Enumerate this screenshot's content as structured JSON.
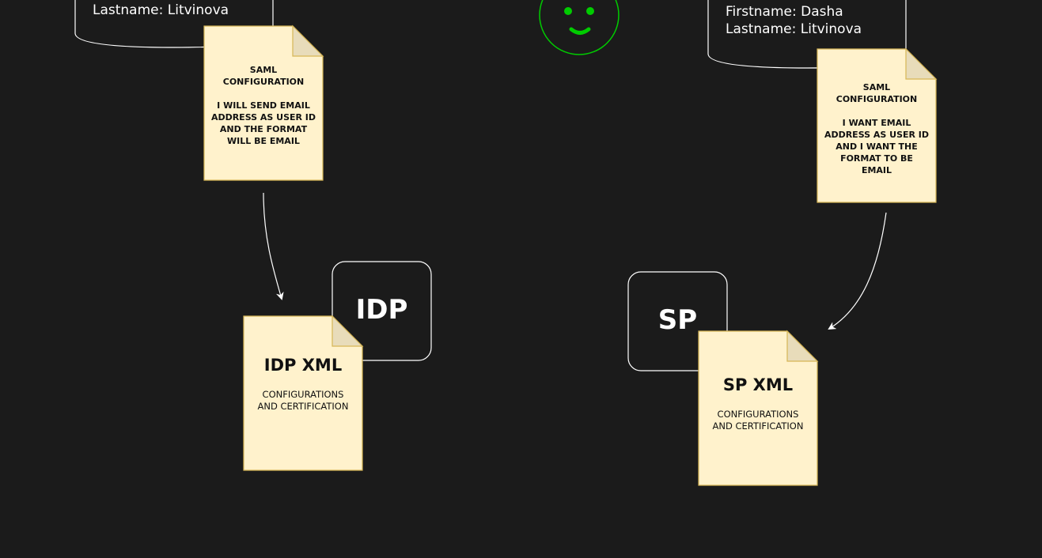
{
  "left_user": {
    "lastname_line": "Lastname: Litvinova"
  },
  "right_user": {
    "firstname_line": "Firstname: Dasha",
    "lastname_line": "Lastname: Litvinova"
  },
  "left_note": {
    "text": "SAML\nCONFIGURATION\n\nI WILL SEND EMAIL\nADDRESS AS USER ID\nAND THE FORMAT\nWILL BE EMAIL"
  },
  "right_note": {
    "text": "SAML\nCONFIGURATION\n\nI WANT EMAIL\nADDRESS AS USER ID\nAND I WANT THE\nFORMAT TO BE\nEMAIL"
  },
  "idp_box": {
    "label": "IDP"
  },
  "sp_box": {
    "label": "SP"
  },
  "idp_xml": {
    "title": "IDP XML",
    "subtitle": "CONFIGURATIONS\nAND CERTIFICATION"
  },
  "sp_xml": {
    "title": "SP XML",
    "subtitle": "CONFIGURATIONS\nAND CERTIFICATION"
  },
  "colors": {
    "background": "#1b1b1b",
    "note_fill": "#fff2cc",
    "note_stroke": "#d6b656",
    "line": "#ffffff",
    "smiley": "#00cc00"
  }
}
